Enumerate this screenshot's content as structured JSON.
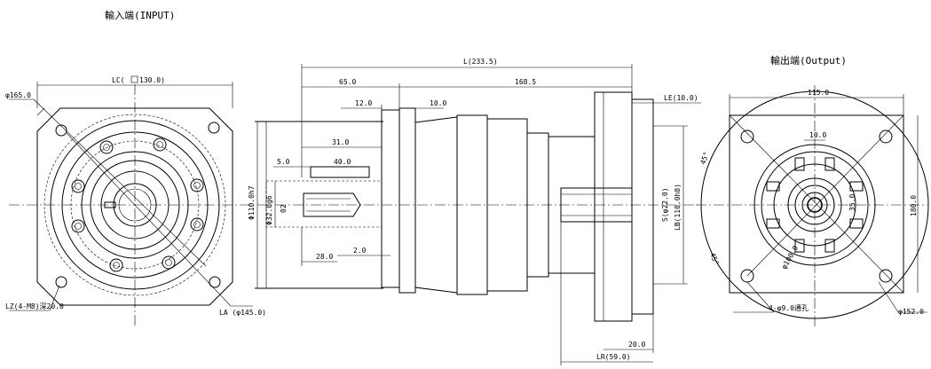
{
  "labels": {
    "input_title": "輸入端(INPUT)",
    "output_title": "輸出端(Output)"
  },
  "input_view": {
    "d165": "φ165.0",
    "lc": "LC(",
    "lc_val": "130.0)",
    "lz": "LZ(4-M8)深20.0",
    "la": "LA (φ145.0)"
  },
  "side_view": {
    "l_total": "L(233.5)",
    "d65": "65.0",
    "d168": "168.5",
    "d12": "12.0",
    "d10": "10.0",
    "le": "LE(10.0)",
    "d31": "31.0",
    "d5": "5.0",
    "d40": "40.0",
    "d28": "28.0",
    "d2": "2.0",
    "d110h7": "Φ110.0h7",
    "d32g6": "Φ32.0g6",
    "d02": "02",
    "s22": "S(φ22.0)",
    "lb": "LB(110.0h8)",
    "d20": "20.0",
    "lr": "LR(59.0)"
  },
  "output_view": {
    "d115": "115.0",
    "d10": "10.0",
    "d35": "35.0",
    "d180": "180.0",
    "d100": "φ100.0",
    "d45a": "45°",
    "d45b": "45°",
    "holes": "4-φ9.0通孔",
    "d152": "φ152.0"
  }
}
